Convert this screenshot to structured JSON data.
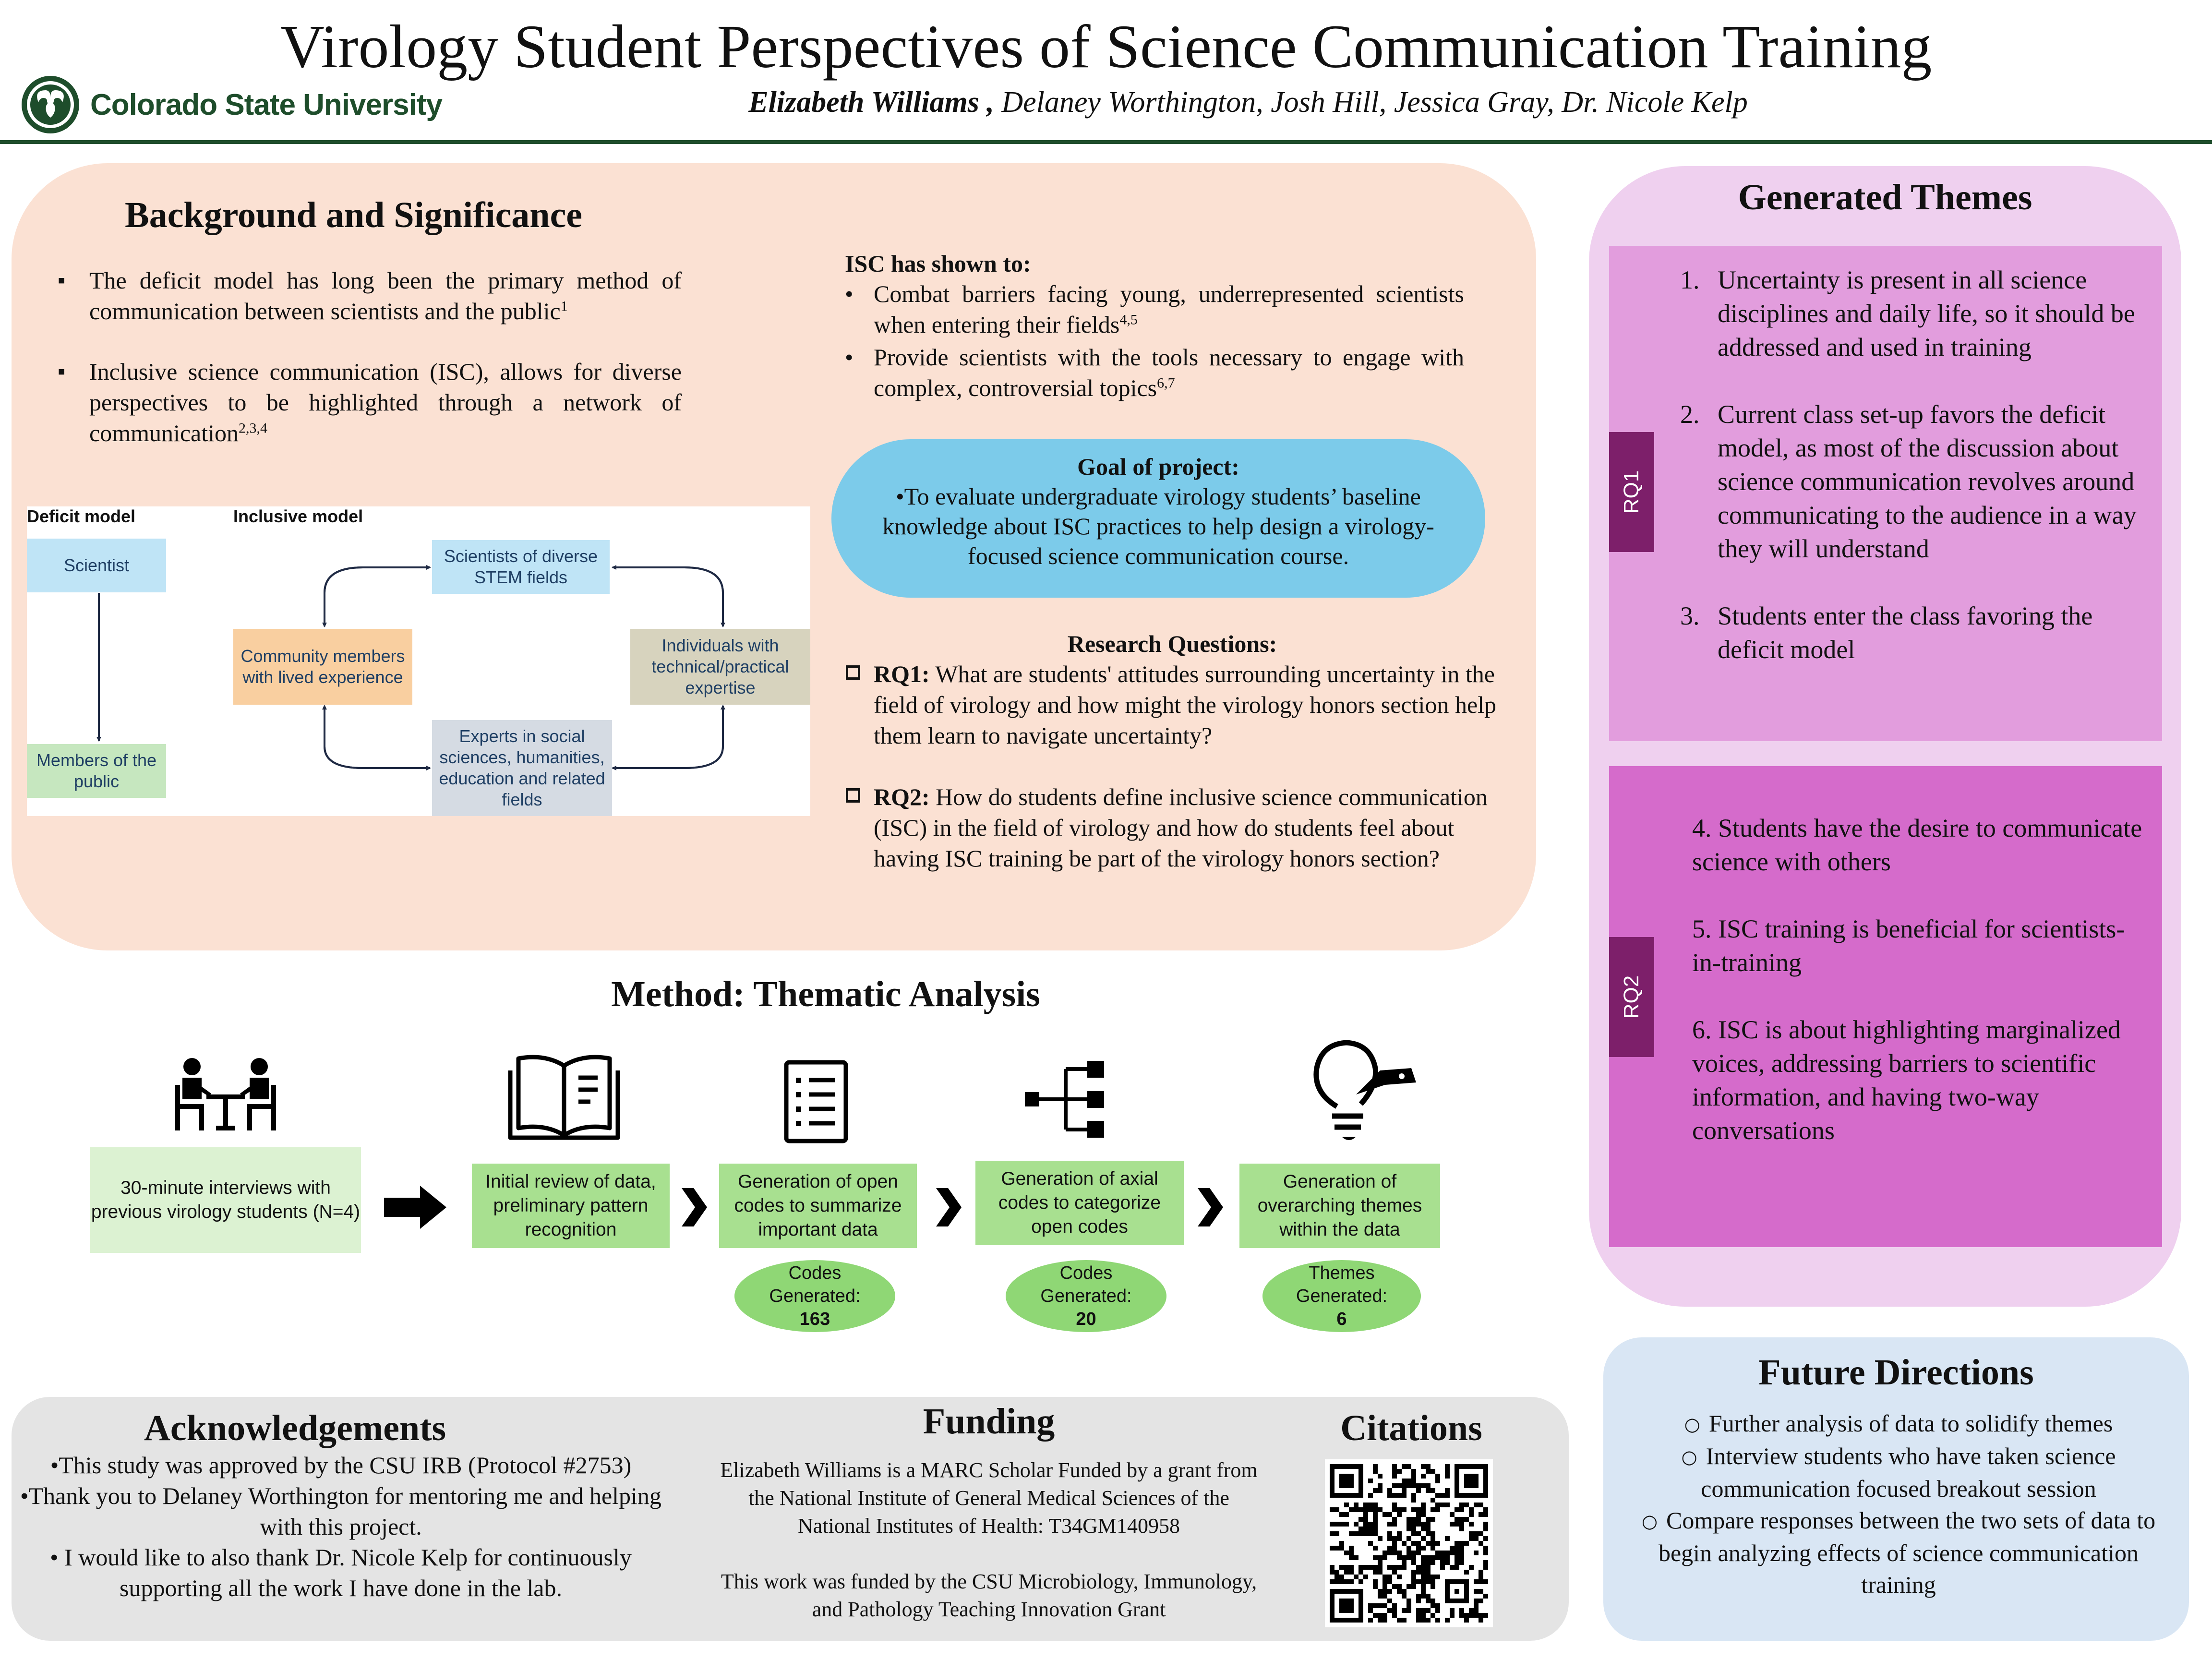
{
  "header": {
    "title": "Virology Student Perspectives of Science Communication Training",
    "author_lead": "Elizabeth Williams ,",
    "authors_rest": " Delaney Worthington, Josh Hill, Jessica Gray, Dr. Nicole Kelp",
    "logo_text": "Colorado State University"
  },
  "background": {
    "heading": "Background and Significance",
    "bullet1": "The deficit model has long been the primary method of communication between scientists and the public",
    "bullet1_sup": "1",
    "bullet2": "Inclusive science communication (ISC), allows for diverse perspectives to be highlighted through a network of communication",
    "bullet2_sup": "2,3,4"
  },
  "diagram": {
    "deficit_label": "Deficit model",
    "inclusive_label": "Inclusive model",
    "scientist": "Scientist",
    "members": "Members of the public",
    "stem": "Scientists of diverse STEM fields",
    "community": "Community members with lived experience",
    "individuals": "Individuals with technical/practical expertise",
    "experts": "Experts in social sciences, humanities, education and related fields"
  },
  "isc": {
    "heading": "ISC has shown to:",
    "item1": "Combat barriers facing young, underrepresented scientists when entering their fields",
    "item1_sup": "4,5",
    "item2": "Provide scientists with the tools necessary to engage with complex, controversial topics",
    "item2_sup": "6,7"
  },
  "goal": {
    "heading": "Goal of project:",
    "text": "•To evaluate undergraduate virology students’ baseline knowledge about ISC practices to help design a virology-focused science communication course."
  },
  "research_questions": {
    "heading": "Research Questions:",
    "rq1_label": "RQ1:",
    "rq1_text": " What are students' attitudes surrounding uncertainty in the field of virology and how might the virology honors section help them learn to navigate uncertainty?",
    "rq2_label": "RQ2:",
    "rq2_text": " How do students define inclusive science communication (ISC) in the field of virology and how do students feel about having ISC training be part of the virology honors section?"
  },
  "themes": {
    "heading": "Generated Themes",
    "rq1_tag": "RQ1",
    "rq2_tag": "RQ2",
    "rq1_items": [
      {
        "num": "1.",
        "text": "Uncertainty is present in all science disciplines and daily life, so it should be addressed and used in training"
      },
      {
        "num": "2.",
        "text": "Current class set-up favors the deficit model, as most of the discussion about science communication revolves around communicating to the audience in a way they will understand"
      },
      {
        "num": "3.",
        "text": "Students enter the class favoring the deficit model"
      }
    ],
    "rq2_items": [
      "4. Students have the desire to communicate science with others",
      "5. ISC training is beneficial for scientists-in-training",
      "6. ISC is about highlighting marginalized voices, addressing barriers to scientific information, and having two-way conversations"
    ]
  },
  "method": {
    "heading": "Method: Thematic Analysis",
    "steps": [
      "30-minute interviews  with previous virology students (N=4)",
      "Initial review of data, preliminary pattern recognition",
      "Generation of open codes to summarize important data",
      "Generation of axial codes to categorize open codes",
      "Generation of overarching themes within the data"
    ],
    "ovals": [
      {
        "line1": "Codes",
        "line2": "Generated:",
        "value": "163"
      },
      {
        "line1": "Codes",
        "line2": "Generated:",
        "value": "20"
      },
      {
        "line1": "Themes",
        "line2": "Generated:",
        "value": "6"
      }
    ]
  },
  "acknowledgements": {
    "heading": "Acknowledgements",
    "lines": [
      "•This study was approved by the CSU IRB (Protocol #2753)",
      "•Thank you to Delaney Worthington for mentoring me and helping with this project.",
      "• I would like to also thank Dr. Nicole Kelp for continuously supporting all the work I have done in the lab."
    ]
  },
  "funding": {
    "heading": "Funding",
    "p1": "Elizabeth Williams is a MARC Scholar Funded by a grant from the National Institute of General Medical Sciences of the National Institutes of Health: T34GM140958",
    "p2": "This work was funded by the CSU Microbiology, Immunology, and Pathology Teaching Innovation Grant"
  },
  "citations": {
    "heading": "Citations"
  },
  "future": {
    "heading": "Future Directions",
    "items": [
      "Further analysis of data to solidify themes",
      "Interview students who have taken science communication focused breakout session",
      "Compare responses between the two sets of data to begin analyzing effects of science communication training"
    ]
  },
  "colors": {
    "brand_green": "#1e4d2b",
    "background_panel": "#fbe1d3",
    "themes_panel": "#efd0ef",
    "rq_tag": "#7d1f6a",
    "goal_bubble": "#7ccbea",
    "step_green": "#a8e090"
  }
}
